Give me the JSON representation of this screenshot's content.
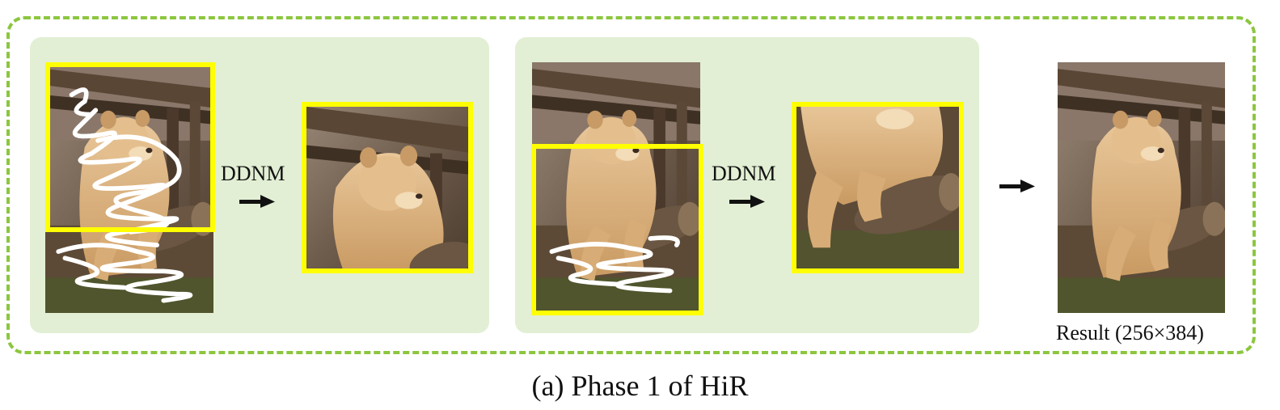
{
  "figure": {
    "caption": "(a) Phase 1 of HiR",
    "stage1": {
      "model_label": "DDNM"
    },
    "stage2": {
      "model_label": "DDNM"
    },
    "result_label": "Result (256×384)"
  },
  "colors": {
    "border_dashed": "#8cc63f",
    "stage_background": "#e2efd4",
    "crop_box": "#ffff00",
    "mask_scribble": "#ffffff"
  },
  "icons": [
    "right-arrow-icon",
    "right-arrow-icon",
    "right-arrow-icon"
  ]
}
